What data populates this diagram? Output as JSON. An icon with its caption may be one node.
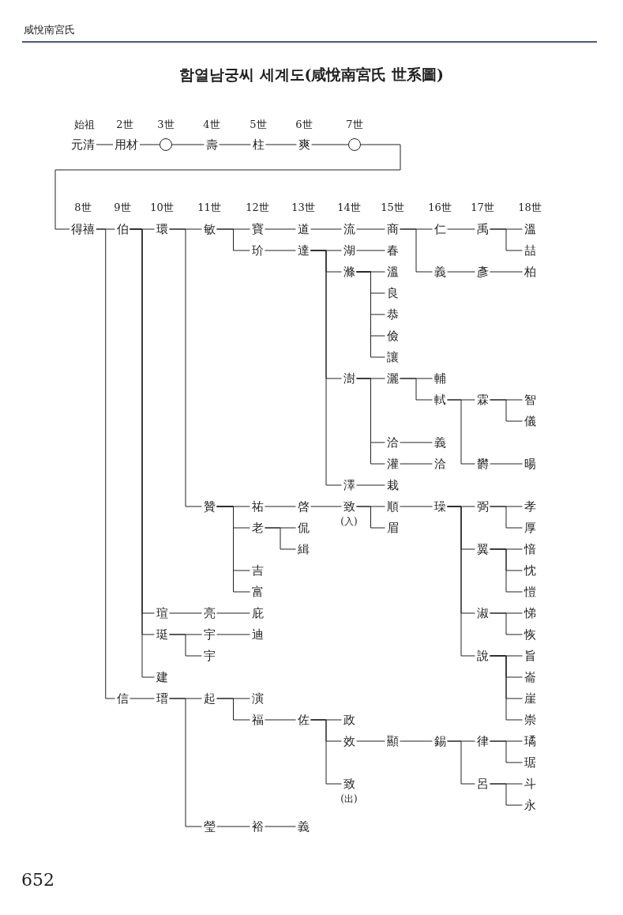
{
  "diagram": {
    "title": "함열남궁씨 세계도(咸悅南宮氏 世系圖)",
    "nodes": [
      {
        "text": [
          "元清"
        ]
      },
      {
        "text": [
          "用材"
        ]
      },
      {
        "text": [],
        "shape": "circle"
      },
      {
        "text": [
          "壽"
        ]
      },
      {
        "text": [
          "柱"
        ]
      },
      {
        "text": [
          "爽"
        ]
      },
      {
        "text": [],
        "shape": "circle"
      },
      {
        "text": [
          "得禧"
        ]
      },
      {
        "text": [
          "伯"
        ]
      },
      {
        "text": [
          "環"
        ]
      },
      {
        "text": [
          "敏"
        ]
      },
      {
        "text": [
          "寶"
        ]
      },
      {
        "text": [
          "道"
        ]
      },
      {
        "text": [
          "流"
        ]
      },
      {
        "text": [
          "商"
        ]
      },
      {
        "text": [
          "仁"
        ]
      },
      {
        "text": [
          "禹"
        ]
      },
      {
        "text": [
          "溫"
        ]
      },
      {
        "text": [
          "玠"
        ]
      },
      {
        "text": [
          "達"
        ]
      },
      {
        "text": [
          "湖"
        ]
      },
      {
        "text": [
          "春"
        ]
      },
      {
        "text": [
          "喆"
        ]
      },
      {
        "text": [
          "滌"
        ]
      },
      {
        "text": [
          "溫"
        ]
      },
      {
        "text": [
          "義"
        ]
      },
      {
        "text": [
          "彥"
        ]
      },
      {
        "text": [
          "柏"
        ]
      },
      {
        "text": [
          "良"
        ]
      },
      {
        "text": [
          "恭"
        ]
      },
      {
        "text": [
          "儉"
        ]
      },
      {
        "text": [
          "讓"
        ]
      },
      {
        "text": [
          "澍"
        ]
      },
      {
        "text": [
          "灑"
        ]
      },
      {
        "text": [
          "輔"
        ]
      },
      {
        "text": [
          "軾"
        ]
      },
      {
        "text": [
          "霖"
        ]
      },
      {
        "text": [
          "智"
        ]
      },
      {
        "text": [
          "儀"
        ]
      },
      {
        "text": [
          "洽"
        ]
      },
      {
        "text": [
          "義"
        ]
      },
      {
        "text": [
          "灌"
        ]
      },
      {
        "text": [
          "洽"
        ]
      },
      {
        "text": [
          "欝"
        ]
      },
      {
        "text": [
          "暘"
        ]
      },
      {
        "text": [
          "澤"
        ]
      },
      {
        "text": [
          "栽"
        ]
      },
      {
        "text": [
          "贊"
        ]
      },
      {
        "text": [
          "祐"
        ]
      },
      {
        "text": [
          "啓"
        ]
      },
      {
        "text": [
          "致"
        ],
        "beside": [
          "(入)"
        ]
      },
      {
        "text": [
          "順"
        ]
      },
      {
        "text": [
          "璪"
        ]
      },
      {
        "text": [
          "弼"
        ]
      },
      {
        "text": [
          "孝"
        ]
      },
      {
        "text": [
          "老"
        ]
      },
      {
        "text": [
          "侃"
        ]
      },
      {
        "text": [
          "眉"
        ]
      },
      {
        "text": [
          "厚"
        ]
      },
      {
        "text": [
          "緝"
        ]
      },
      {
        "text": [
          "翼"
        ]
      },
      {
        "text": [
          "愔"
        ]
      },
      {
        "text": [
          "吉"
        ]
      },
      {
        "text": [
          "忱"
        ]
      },
      {
        "text": [
          "富"
        ]
      },
      {
        "text": [
          "愷"
        ]
      },
      {
        "text": [
          "瑄"
        ]
      },
      {
        "text": [
          "亮"
        ]
      },
      {
        "text": [
          "庇"
        ]
      },
      {
        "text": [
          "淑"
        ]
      },
      {
        "text": [
          "悌"
        ]
      },
      {
        "text": [
          "珽"
        ]
      },
      {
        "text": [
          "宇"
        ]
      },
      {
        "text": [
          "迪"
        ]
      },
      {
        "text": [
          "恢"
        ]
      },
      {
        "text": [
          "宇"
        ]
      },
      {
        "text": [
          "說"
        ]
      },
      {
        "text": [
          "旨"
        ]
      },
      {
        "text": [
          "建"
        ]
      },
      {
        "text": [
          "崙"
        ]
      },
      {
        "text": [
          "信"
        ]
      },
      {
        "text": [
          "瑨"
        ]
      },
      {
        "text": [
          "起"
        ]
      },
      {
        "text": [
          "演"
        ]
      },
      {
        "text": [
          "崖"
        ]
      },
      {
        "text": [
          "福"
        ]
      },
      {
        "text": [
          "佐"
        ]
      },
      {
        "text": [
          "政"
        ]
      },
      {
        "text": [
          "崇"
        ]
      },
      {
        "text": [
          "效"
        ]
      },
      {
        "text": [
          "顯"
        ]
      },
      {
        "text": [
          "錫"
        ]
      },
      {
        "text": [
          "律"
        ]
      },
      {
        "text": [
          "璚"
        ]
      },
      {
        "text": [
          "琚"
        ]
      },
      {
        "text": [
          "致"
        ],
        "beside": [
          "(出)"
        ]
      },
      {
        "text": [
          "呂"
        ]
      },
      {
        "text": [
          "斗"
        ]
      },
      {
        "text": [
          "永"
        ]
      },
      {
        "text": [
          "瑩"
        ]
      },
      {
        "text": [
          "裕"
        ]
      },
      {
        "text": [
          "義"
        ]
      }
    ],
    "edges": [
      {
        "from": 0,
        "to": 1,
        "arrow": "none"
      },
      {
        "from": 1,
        "to": 2,
        "arrow": "none"
      },
      {
        "from": 2,
        "to": 3,
        "arrow": "none"
      },
      {
        "from": 3,
        "to": 4,
        "arrow": "none"
      },
      {
        "from": 4,
        "to": 5,
        "arrow": "none"
      },
      {
        "from": 5,
        "to": 6,
        "arrow": "none"
      },
      {
        "from": 6,
        "to": 7,
        "arrow": "none"
      },
      {
        "from": 7,
        "to": 8,
        "arrow": "none"
      },
      {
        "from": 7,
        "to": 80,
        "arrow": "none"
      },
      {
        "from": 8,
        "to": 9,
        "arrow": "none"
      },
      {
        "from": 8,
        "to": 66,
        "arrow": "none"
      },
      {
        "from": 8,
        "to": 71,
        "arrow": "none"
      },
      {
        "from": 8,
        "to": 78,
        "arrow": "none"
      },
      {
        "from": 9,
        "to": 10,
        "arrow": "none"
      },
      {
        "from": 9,
        "to": 47,
        "arrow": "none"
      },
      {
        "from": 10,
        "to": 11,
        "arrow": "none"
      },
      {
        "from": 10,
        "to": 18,
        "arrow": "none"
      },
      {
        "from": 11,
        "to": 12,
        "arrow": "none"
      },
      {
        "from": 12,
        "to": 13,
        "arrow": "none"
      },
      {
        "from": 13,
        "to": 14,
        "arrow": "none"
      },
      {
        "from": 14,
        "to": 15,
        "arrow": "none"
      },
      {
        "from": 14,
        "to": 25,
        "arrow": "none"
      },
      {
        "from": 15,
        "to": 16,
        "arrow": "none"
      },
      {
        "from": 16,
        "to": 17,
        "arrow": "none"
      },
      {
        "from": 16,
        "to": 22,
        "arrow": "none"
      },
      {
        "from": 18,
        "to": 19,
        "arrow": "none"
      },
      {
        "from": 19,
        "to": 20,
        "arrow": "none"
      },
      {
        "from": 19,
        "to": 23,
        "arrow": "none"
      },
      {
        "from": 19,
        "to": 32,
        "arrow": "none"
      },
      {
        "from": 19,
        "to": 45,
        "arrow": "none"
      },
      {
        "from": 20,
        "to": 21,
        "arrow": "none"
      },
      {
        "from": 23,
        "to": 24,
        "arrow": "none"
      },
      {
        "from": 23,
        "to": 28,
        "arrow": "none"
      },
      {
        "from": 23,
        "to": 29,
        "arrow": "none"
      },
      {
        "from": 23,
        "to": 30,
        "arrow": "none"
      },
      {
        "from": 23,
        "to": 31,
        "arrow": "none"
      },
      {
        "from": 25,
        "to": 26,
        "arrow": "none"
      },
      {
        "from": 26,
        "to": 27,
        "arrow": "none"
      },
      {
        "from": 32,
        "to": 33,
        "arrow": "none"
      },
      {
        "from": 32,
        "to": 39,
        "arrow": "none"
      },
      {
        "from": 32,
        "to": 41,
        "arrow": "none"
      },
      {
        "from": 33,
        "to": 34,
        "arrow": "none"
      },
      {
        "from": 33,
        "to": 35,
        "arrow": "none"
      },
      {
        "from": 35,
        "to": 36,
        "arrow": "none"
      },
      {
        "from": 35,
        "to": 43,
        "arrow": "none"
      },
      {
        "from": 36,
        "to": 37,
        "arrow": "none"
      },
      {
        "from": 36,
        "to": 38,
        "arrow": "none"
      },
      {
        "from": 39,
        "to": 40,
        "arrow": "none"
      },
      {
        "from": 41,
        "to": 42,
        "arrow": "none"
      },
      {
        "from": 43,
        "to": 44,
        "arrow": "none"
      },
      {
        "from": 45,
        "to": 46,
        "arrow": "none"
      },
      {
        "from": 47,
        "to": 48,
        "arrow": "none"
      },
      {
        "from": 47,
        "to": 55,
        "arrow": "none"
      },
      {
        "from": 47,
        "to": 62,
        "arrow": "none"
      },
      {
        "from": 47,
        "to": 64,
        "arrow": "none"
      },
      {
        "from": 48,
        "to": 49,
        "arrow": "none"
      },
      {
        "from": 49,
        "to": 50,
        "arrow": "none"
      },
      {
        "from": 50,
        "to": 51,
        "arrow": "none"
      },
      {
        "from": 50,
        "to": 57,
        "arrow": "none"
      },
      {
        "from": 51,
        "to": 52,
        "arrow": "none"
      },
      {
        "from": 52,
        "to": 53,
        "arrow": "none"
      },
      {
        "from": 52,
        "to": 60,
        "arrow": "none"
      },
      {
        "from": 52,
        "to": 69,
        "arrow": "none"
      },
      {
        "from": 52,
        "to": 76,
        "arrow": "none"
      },
      {
        "from": 53,
        "to": 54,
        "arrow": "none"
      },
      {
        "from": 53,
        "to": 58,
        "arrow": "none"
      },
      {
        "from": 55,
        "to": 56,
        "arrow": "none"
      },
      {
        "from": 55,
        "to": 59,
        "arrow": "none"
      },
      {
        "from": 60,
        "to": 61,
        "arrow": "none"
      },
      {
        "from": 60,
        "to": 63,
        "arrow": "none"
      },
      {
        "from": 60,
        "to": 65,
        "arrow": "none"
      },
      {
        "from": 69,
        "to": 70,
        "arrow": "none"
      },
      {
        "from": 69,
        "to": 74,
        "arrow": "none"
      },
      {
        "from": 76,
        "to": 77,
        "arrow": "none"
      },
      {
        "from": 76,
        "to": 79,
        "arrow": "none"
      },
      {
        "from": 76,
        "to": 84,
        "arrow": "none"
      },
      {
        "from": 76,
        "to": 88,
        "arrow": "none"
      },
      {
        "from": 66,
        "to": 67,
        "arrow": "none"
      },
      {
        "from": 67,
        "to": 68,
        "arrow": "none"
      },
      {
        "from": 71,
        "to": 72,
        "arrow": "none"
      },
      {
        "from": 71,
        "to": 75,
        "arrow": "none"
      },
      {
        "from": 72,
        "to": 73,
        "arrow": "none"
      },
      {
        "from": 80,
        "to": 81,
        "arrow": "none"
      },
      {
        "from": 81,
        "to": 82,
        "arrow": "none"
      },
      {
        "from": 81,
        "to": 99,
        "arrow": "none"
      },
      {
        "from": 82,
        "to": 83,
        "arrow": "none"
      },
      {
        "from": 82,
        "to": 85,
        "arrow": "none"
      },
      {
        "from": 85,
        "to": 86,
        "arrow": "none"
      },
      {
        "from": 86,
        "to": 87,
        "arrow": "none"
      },
      {
        "from": 86,
        "to": 89,
        "arrow": "none"
      },
      {
        "from": 86,
        "to": 95,
        "arrow": "none"
      },
      {
        "from": 89,
        "to": 90,
        "arrow": "none"
      },
      {
        "from": 90,
        "to": 91,
        "arrow": "none"
      },
      {
        "from": 91,
        "to": 92,
        "arrow": "none"
      },
      {
        "from": 91,
        "to": 96,
        "arrow": "none"
      },
      {
        "from": 92,
        "to": 93,
        "arrow": "none"
      },
      {
        "from": 92,
        "to": 94,
        "arrow": "none"
      },
      {
        "from": 96,
        "to": 97,
        "arrow": "none"
      },
      {
        "from": 96,
        "to": 98,
        "arrow": "none"
      },
      {
        "from": 99,
        "to": 100,
        "arrow": "none"
      },
      {
        "from": 100,
        "to": 101,
        "arrow": "none"
      }
    ],
    "labels": [
      "咸悅南宮氏",
      "始祖",
      "2世",
      "3世",
      "4世",
      "5世",
      "6世",
      "7世",
      "8世",
      "9世",
      "10世",
      "11世",
      "12世",
      "13世",
      "14世",
      "15世",
      "16世",
      "17世",
      "18世",
      "652"
    ]
  }
}
